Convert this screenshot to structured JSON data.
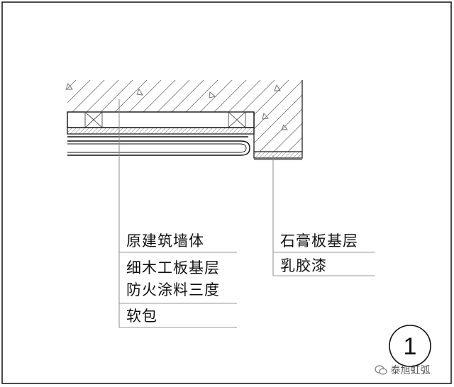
{
  "leader_left": {
    "labels": [
      "原建筑墙体",
      "细木工板基层",
      "防火涂料三度",
      "软包"
    ]
  },
  "leader_right": {
    "labels": [
      "石膏板基层",
      "乳胶漆"
    ]
  },
  "detail_mark": {
    "number": "1"
  },
  "watermark": {
    "icon": "wechat-icon",
    "text": "泰旭虹弧"
  }
}
